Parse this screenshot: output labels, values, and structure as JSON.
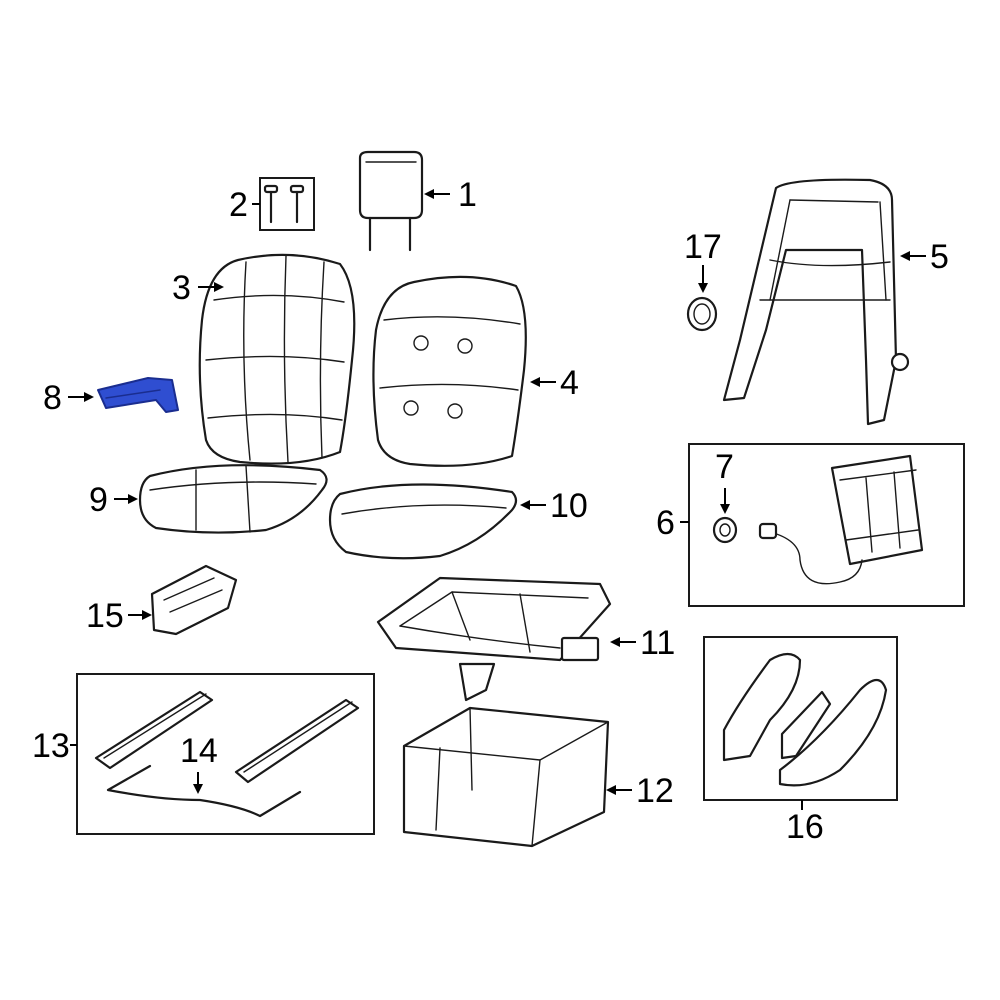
{
  "highlight_color": "#2f4ed1",
  "callouts": [
    {
      "id": 1,
      "label": "1",
      "part": "headrest"
    },
    {
      "id": 2,
      "label": "2",
      "part": "headrest-guide-pins"
    },
    {
      "id": 3,
      "label": "3",
      "part": "seat-back-cover"
    },
    {
      "id": 4,
      "label": "4",
      "part": "seat-back-pad"
    },
    {
      "id": 5,
      "label": "5",
      "part": "seat-back-frame"
    },
    {
      "id": 6,
      "label": "6",
      "part": "lumbar-support-kit"
    },
    {
      "id": 7,
      "label": "7",
      "part": "lumbar-knob"
    },
    {
      "id": 8,
      "label": "8",
      "part": "highlighted-bracket"
    },
    {
      "id": 9,
      "label": "9",
      "part": "cushion-cover"
    },
    {
      "id": 10,
      "label": "10",
      "part": "cushion-pad"
    },
    {
      "id": 11,
      "label": "11",
      "part": "cushion-frame"
    },
    {
      "id": 12,
      "label": "12",
      "part": "seat-riser"
    },
    {
      "id": 13,
      "label": "13",
      "part": "seat-track-kit"
    },
    {
      "id": 14,
      "label": "14",
      "part": "track-release-bar"
    },
    {
      "id": 15,
      "label": "15",
      "part": "adjuster-bracket"
    },
    {
      "id": 16,
      "label": "16",
      "part": "side-shield-kit"
    },
    {
      "id": 17,
      "label": "17",
      "part": "recliner-knob"
    }
  ]
}
